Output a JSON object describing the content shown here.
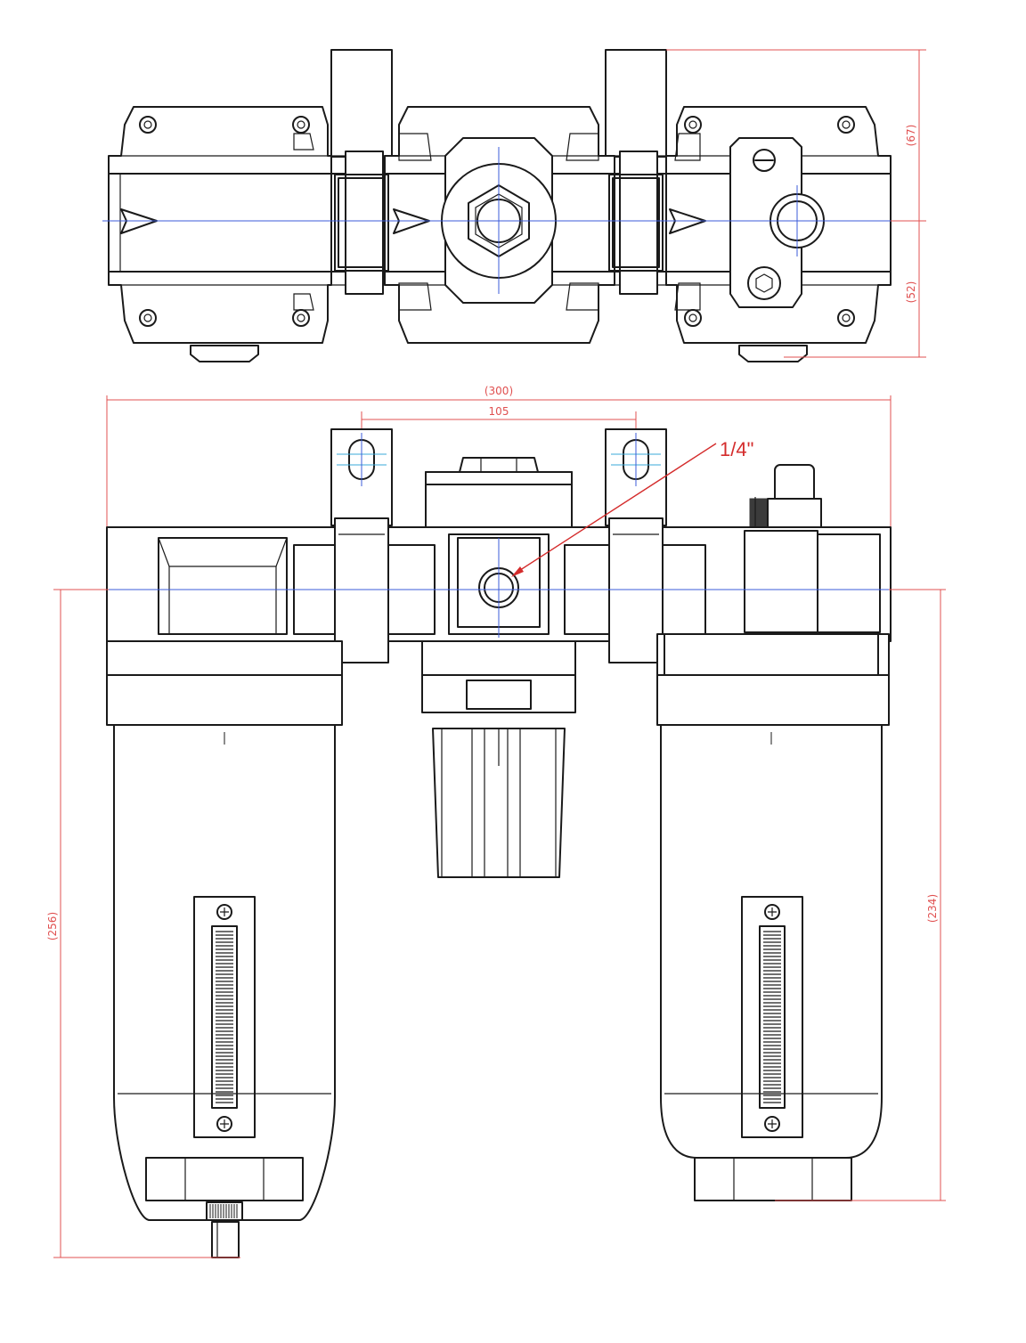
{
  "dimensions": {
    "top_height_upper": "(67)",
    "top_height_lower": "(52)",
    "overall_width": "(300)",
    "bracket_spacing": "105",
    "left_height": "(256)",
    "right_height": "(234)"
  },
  "callouts": {
    "port_size": "1/4\""
  },
  "colors": {
    "outline": "#1a1a1a",
    "centerline": "#3b5bd9",
    "dimension": "#e05050",
    "callout": "#d42c2c"
  }
}
